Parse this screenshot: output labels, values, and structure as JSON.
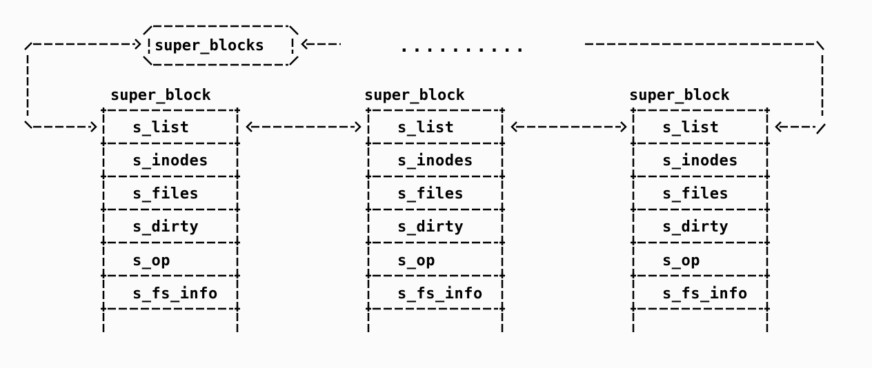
{
  "header_label": "super_blocks",
  "ellipsis": "..........",
  "blocks": [
    {
      "title": "super_block",
      "fields": [
        "s_list",
        "s_inodes",
        "s_files",
        "s_dirty",
        "s_op",
        "s_fs_info"
      ]
    },
    {
      "title": "super_block",
      "fields": [
        "s_list",
        "s_inodes",
        "s_files",
        "s_dirty",
        "s_op",
        "s_fs_info"
      ]
    },
    {
      "title": "super_block",
      "fields": [
        "s_list",
        "s_inodes",
        "s_files",
        "s_dirty",
        "s_op",
        "s_fs_info"
      ]
    }
  ]
}
